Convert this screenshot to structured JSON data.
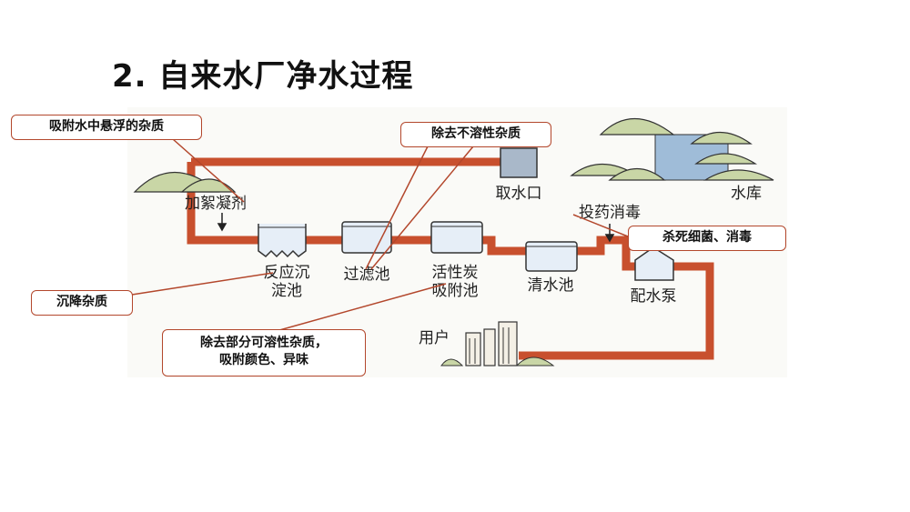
{
  "title": "2. 自来水厂净水过程",
  "stages": {
    "intake": "取水口",
    "reservoir": "水库",
    "coagulant": "加絮凝剂",
    "reaction_line1": "反应沉",
    "reaction_line2": "淀池",
    "filter": "过滤池",
    "carbon_line1": "活性炭",
    "carbon_line2": "吸附池",
    "clear_water": "清水池",
    "disinfect": "投药消毒",
    "pump": "配水泵",
    "users": "用户"
  },
  "callouts": {
    "adsorb": "吸附水中悬浮的杂质",
    "insoluble": "除去不溶性杂质",
    "kill": "杀死细菌、消毒",
    "settle": "沉降杂质",
    "soluble_line1": "除去部分可溶性杂质，",
    "soluble_line2": "吸附颜色、异味"
  },
  "colors": {
    "pipe": "#c8502e",
    "tank_fill": "#e6eef7",
    "tank_stroke": "#333333",
    "hill": "#c9d6a6",
    "water": "#9fbcd8",
    "callout_border": "#b3472c"
  }
}
